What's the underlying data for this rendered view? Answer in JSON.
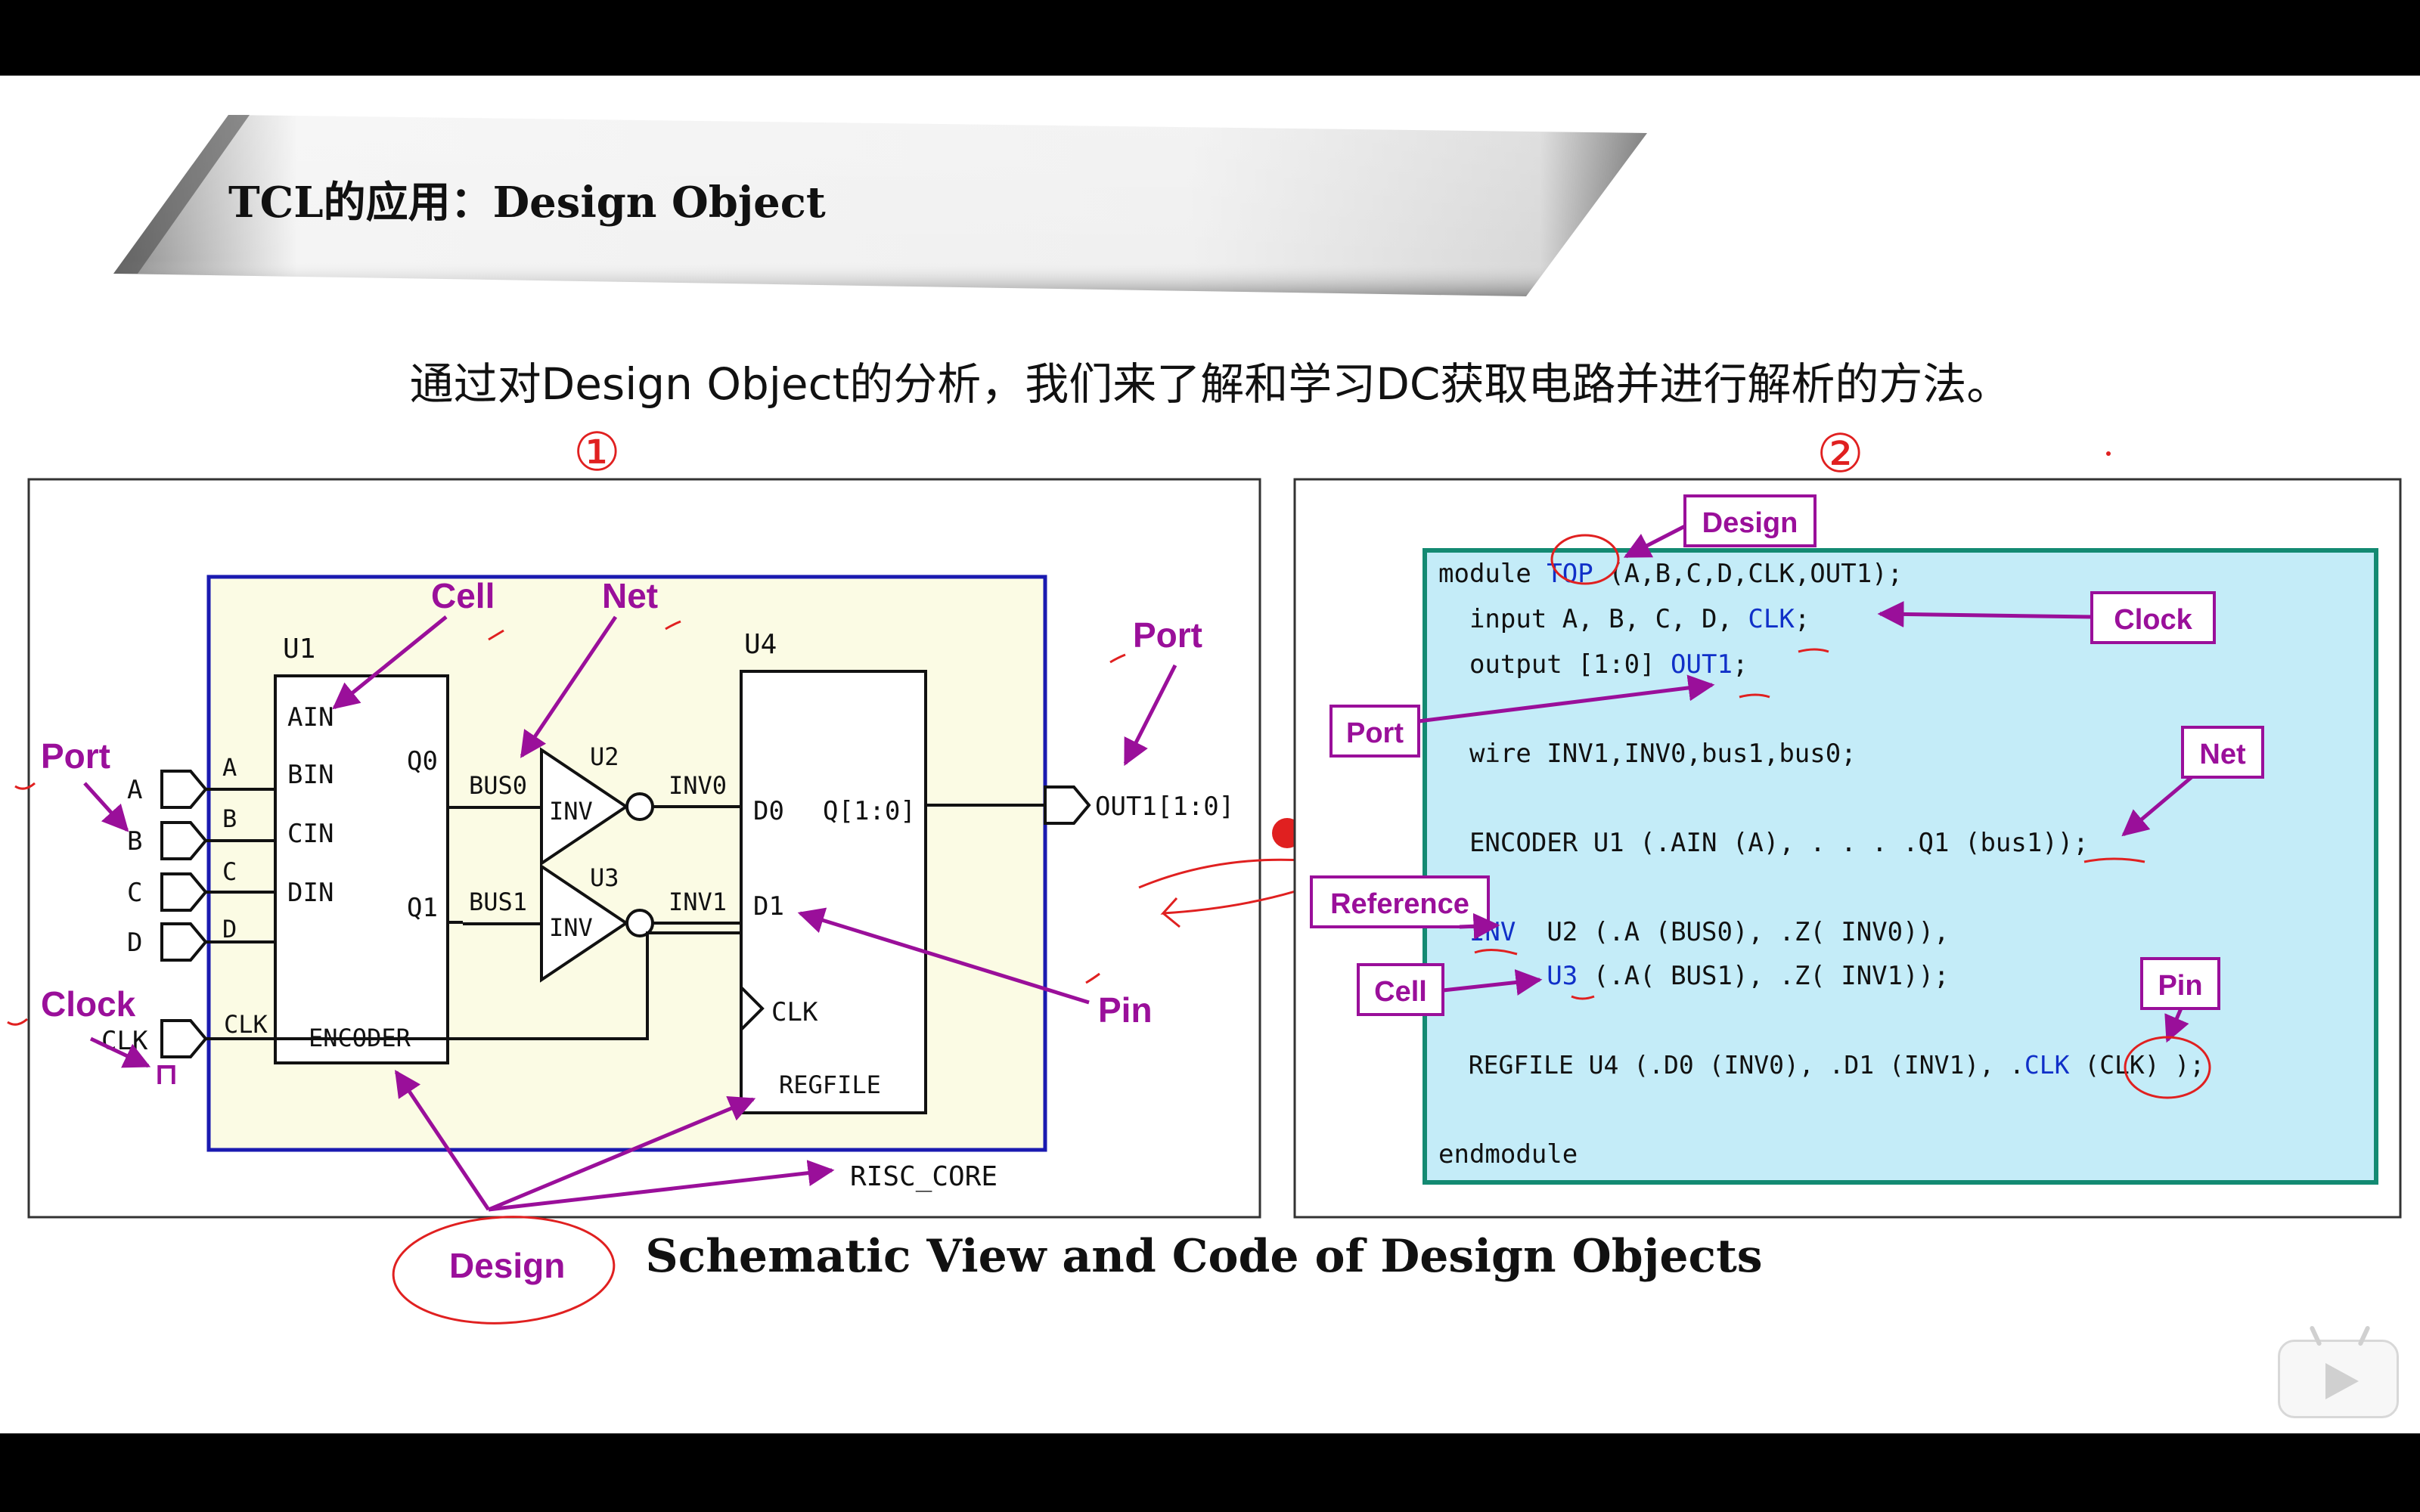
{
  "slide": {
    "title": "TCL的应用：Design Object",
    "subtitle": "通过对Design Object的分析，我们来了解和学习DC获取电路并进行解析的方法。",
    "caption": "Schematic View and Code of Design Objects"
  },
  "schematic": {
    "callouts": {
      "cell": "Cell",
      "net": "Net",
      "port_left": "Port",
      "port_right": "Port",
      "clock": "Clock",
      "pin": "Pin",
      "design": "Design"
    },
    "ports": {
      "a": "A",
      "b": "B",
      "c": "C",
      "d": "D",
      "clk": "CLK",
      "out": "OUT1[1:0]"
    },
    "u1": {
      "name": "U1",
      "a": "A",
      "b": "B",
      "c": "C",
      "d": "D",
      "ain": "AIN",
      "bin": "BIN",
      "cin": "CIN",
      "din": "DIN",
      "q0": "Q0",
      "q1": "Q1",
      "ref": "ENCODER"
    },
    "u2": {
      "name": "U2",
      "ref": "INV"
    },
    "u3": {
      "name": "U3",
      "ref": "INV"
    },
    "u4": {
      "name": "U4",
      "d0": "D0",
      "d1": "D1",
      "q": "Q[1:0]",
      "clk": "CLK",
      "ref": "REGFILE"
    },
    "nets": {
      "bus0": "BUS0",
      "bus1": "BUS1",
      "inv0": "INV0",
      "inv1": "INV1",
      "clk": "CLK"
    },
    "top_design": "RISC_CORE",
    "clock_symbol": "⊓"
  },
  "code": {
    "callouts": {
      "design": "Design",
      "clock": "Clock",
      "port": "Port",
      "net": "Net",
      "reference": "Reference",
      "cell": "Cell",
      "pin": "Pin"
    },
    "l1": {
      "a": "module ",
      "b": "TOP",
      "c": " (A,B,C,D,CLK,OUT1);"
    },
    "l2": {
      "a": "  input A, B, C, D, ",
      "b": "CLK",
      "c": ";"
    },
    "l3": {
      "a": "  output [1:0] ",
      "b": "OUT1",
      "c": ";"
    },
    "l4": "  wire INV1,INV0,bus1,bus0;",
    "l5": "  ENCODER U1 (.AIN (A), . . . .Q1 (bus1));",
    "l6": {
      "a": "  ",
      "b": "INV",
      "c": "  U2 (.A (BUS0), .Z( INV0)),"
    },
    "l7": {
      "a": "       ",
      "b": "U3",
      "c": " (.A( BUS1), .Z( INV1));"
    },
    "l8": {
      "a": "  REGFILE U4 (.D0 (INV0), .D1 (INV1), .",
      "b": "CLK",
      "c": " (CLK) );"
    },
    "l9": "endmodule"
  },
  "annotations": {
    "mark1": "①",
    "mark2": "②"
  },
  "colors": {
    "purple": "#9a0f9a",
    "red": "#e02020",
    "blue": "#1030c8",
    "schematic_fill": "#fbfbe4",
    "code_fill": "#c4ecf8",
    "code_border": "#138a72"
  }
}
